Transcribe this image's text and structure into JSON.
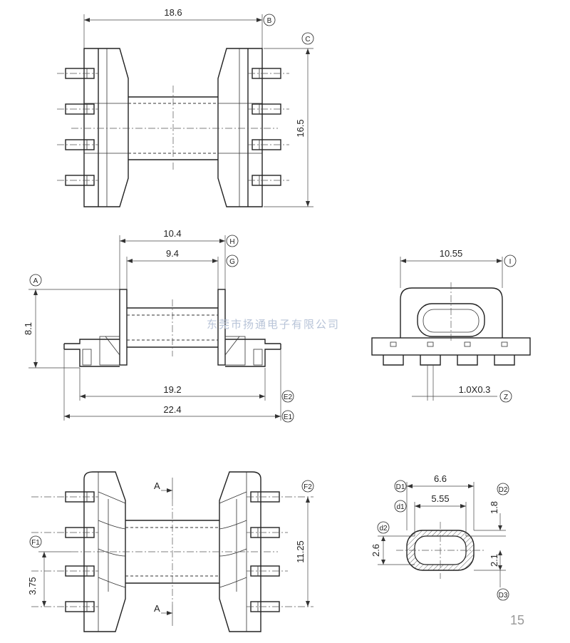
{
  "drawing": {
    "top_view": {
      "width_label": "18.6",
      "height_label": "16.5",
      "callout_b": "B",
      "callout_c": "C"
    },
    "side_view": {
      "inner_outer_label": "10.4",
      "inner_label": "9.4",
      "height_label": "8.1",
      "base_label": "19.2",
      "total_label": "22.4",
      "callout_h": "H",
      "callout_g": "G",
      "callout_a": "A",
      "callout_e2": "E2",
      "callout_e1": "E1"
    },
    "end_view": {
      "width_label": "10.55",
      "pin_label": "1.0X0.3",
      "callout_i": "I",
      "callout_z": "Z"
    },
    "bottom_view": {
      "pitch_label": "11.25",
      "offset_label": "3.75",
      "section_mark": "A",
      "callout_f2": "F2",
      "callout_f1": "F1"
    },
    "section_view": {
      "outer_label": "6.6",
      "inner_label": "5.55",
      "top_label": "1.8",
      "inner_h_label": "2.6",
      "outer_h_label": "2.1",
      "callout_d1": "D1",
      "callout_d": "d1",
      "callout_d2": "d2",
      "callout_d2b": "D2",
      "callout_d3": "D3"
    },
    "watermark": "东莞市扬通电子有限公司",
    "page_number": "15"
  }
}
